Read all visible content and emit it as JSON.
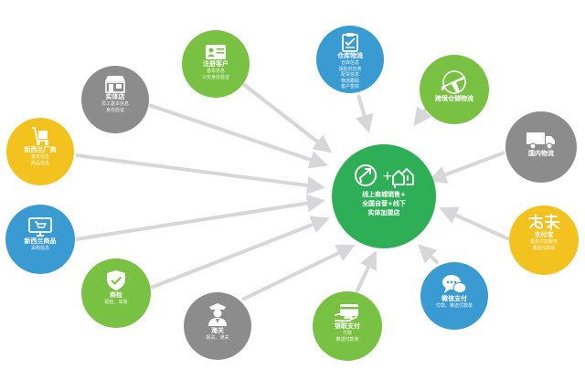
{
  "colors": {
    "green": "#78c142",
    "blue": "#3a9bd3",
    "yellow": "#f4c21f",
    "gray": "#8c8c8c",
    "center": "#2fae58",
    "arrow": "#d7d7da"
  },
  "center": {
    "icon": "transfer-plus-houses-icon",
    "lines": [
      "线上商城销售+",
      "全国自营+线下",
      "实体加盟店"
    ]
  },
  "nodes": [
    {
      "id": "register",
      "title": "注册客户",
      "sub": "基本信息\n公安身份验证",
      "icon": "id-card-icon"
    },
    {
      "id": "warehouse",
      "title": "仓库物流",
      "sub": "仓库信息\n保险供应商\n配货信息\n物流跟踪\n客户签收",
      "icon": "clipboard-check-icon"
    },
    {
      "id": "crossborder",
      "title": "跨境仓储物流",
      "sub": "",
      "icon": "airplane-icon"
    },
    {
      "id": "store",
      "title": "实体店",
      "sub": "员工基本信息\n身份验证",
      "icon": "storefront-icon"
    },
    {
      "id": "nz-factory",
      "title": "新西兰厂商",
      "sub": "基本信息\n商品信息",
      "icon": "hand-truck-icon"
    },
    {
      "id": "domestic",
      "title": "国内物流",
      "sub": "",
      "icon": "truck-icon"
    },
    {
      "id": "nz-goods",
      "title": "新西兰商品",
      "sub": "采购信息",
      "icon": "monitor-cart-icon"
    },
    {
      "id": "alipay",
      "title": "支付宝",
      "sub": "提供付款服务\n推送付款单",
      "icon": "alipay-logo-icon"
    },
    {
      "id": "inspection",
      "title": "商检",
      "sub": "报检、出境",
      "icon": "shield-check-icon"
    },
    {
      "id": "wechat",
      "title": "微信支付",
      "sub": "付款、推送付款单",
      "icon": "chat-bubbles-icon"
    },
    {
      "id": "customs",
      "title": "海关",
      "sub": "报关、通关",
      "icon": "officer-icon"
    },
    {
      "id": "unionpay",
      "title": "银联支付",
      "sub": "付款\n推送付款单",
      "icon": "card-hand-icon"
    }
  ]
}
